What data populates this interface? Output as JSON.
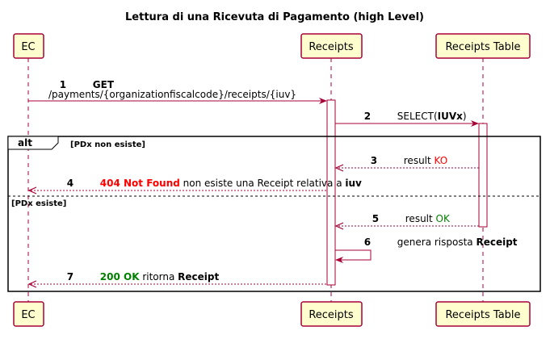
{
  "title": "Lettura di una Ricevuta di Pagamento (high Level)",
  "colors": {
    "participant_fill": "#FEFECE",
    "participant_stroke": "#A80036",
    "arrow": "#A80036",
    "lifeline": "#A80036",
    "error_red": "#FF0000",
    "ok_green": "#008000"
  },
  "participants": [
    {
      "id": "ec",
      "label": "EC"
    },
    {
      "id": "receipts",
      "label": "Receipts"
    },
    {
      "id": "table",
      "label": "Receipts Table"
    }
  ],
  "messages": [
    {
      "seq": "1",
      "line1": "GET",
      "line2": "/payments/{organizationfiscalcode}/receipts/{iuv}"
    },
    {
      "seq": "2",
      "pre": "SELECT(",
      "bold": "IUVx",
      "post": ")"
    },
    {
      "seq": "3",
      "pre": "result ",
      "colored": "KO"
    },
    {
      "seq": "4",
      "colored": "404 Not Found",
      "mid": " non esiste una Receipt relativa a ",
      "bold": "iuv"
    },
    {
      "seq": "5",
      "pre": "result ",
      "colored": "OK"
    },
    {
      "seq": "6",
      "pre": "genera risposta ",
      "bold": "Receipt"
    },
    {
      "seq": "7",
      "colored": "200 OK",
      "mid": " ritorna ",
      "bold": "Receipt"
    }
  ],
  "alt": {
    "keyword": "alt",
    "guard1": "[PDx non esiste]",
    "guard2": "[PDx esiste]"
  }
}
